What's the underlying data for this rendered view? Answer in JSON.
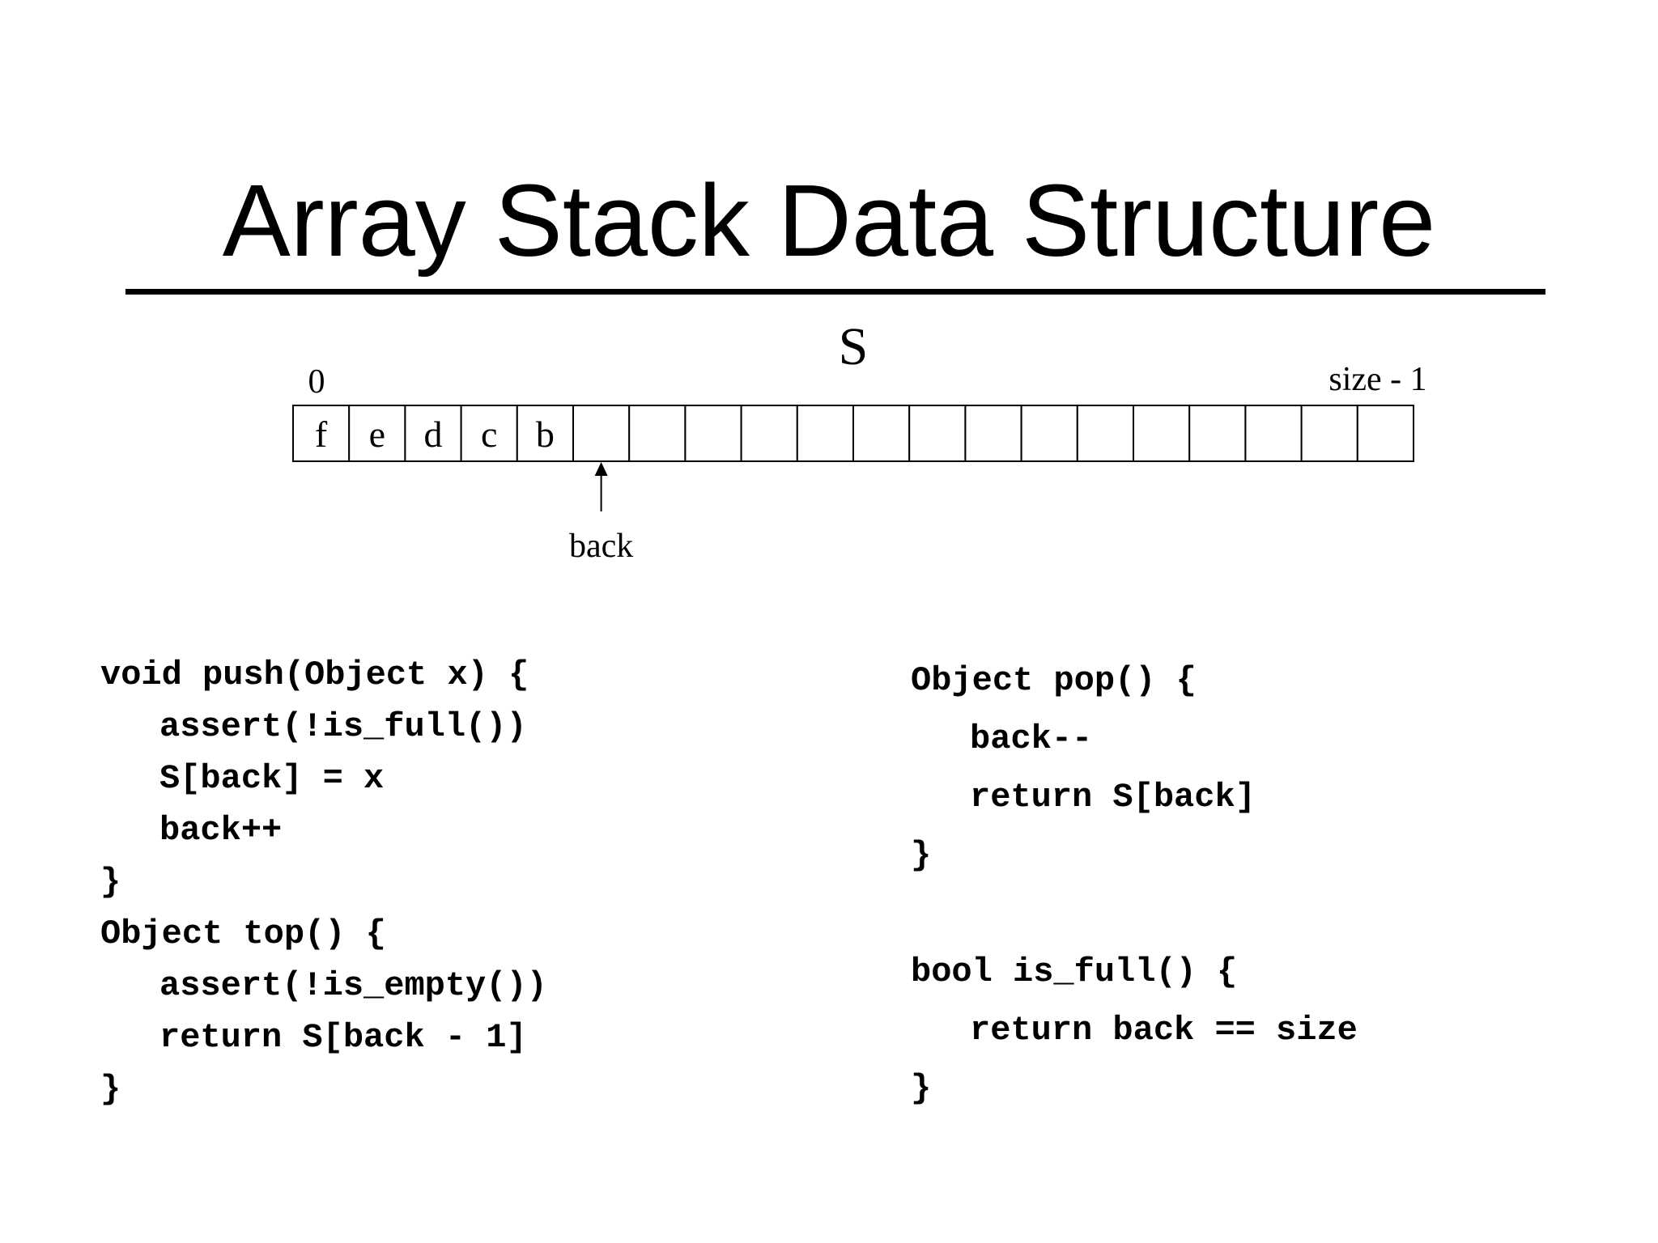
{
  "slide": {
    "title": "Array Stack Data Structure"
  },
  "diagram": {
    "array_name": "S",
    "start_index_label": "0",
    "end_index_label": "size - 1",
    "cell_count": 20,
    "cells": [
      "f",
      "e",
      "d",
      "c",
      "b",
      "",
      "",
      "",
      "",
      "",
      "",
      "",
      "",
      "",
      "",
      "",
      "",
      "",
      "",
      ""
    ],
    "pointer_label": "back",
    "pointer_cell_index": 5
  },
  "code": {
    "left": [
      {
        "text": "void push(Object x) {",
        "indent": false
      },
      {
        "text": "assert(!is_full())",
        "indent": true
      },
      {
        "text": "S[back] = x",
        "indent": true
      },
      {
        "text": "back++",
        "indent": true
      },
      {
        "text": "}",
        "indent": false
      },
      {
        "text": "Object top() {",
        "indent": false
      },
      {
        "text": "assert(!is_empty())",
        "indent": true
      },
      {
        "text": "return S[back - 1]",
        "indent": true
      },
      {
        "text": "}",
        "indent": false
      }
    ],
    "right": [
      {
        "text": "Object pop() {",
        "indent": false
      },
      {
        "text": "back--",
        "indent": true
      },
      {
        "text": "return S[back]",
        "indent": true
      },
      {
        "text": "}",
        "indent": false
      },
      {
        "text": "",
        "indent": false
      },
      {
        "text": "bool is_full() {",
        "indent": false
      },
      {
        "text": "return back == size",
        "indent": true
      },
      {
        "text": "}",
        "indent": false
      }
    ]
  }
}
